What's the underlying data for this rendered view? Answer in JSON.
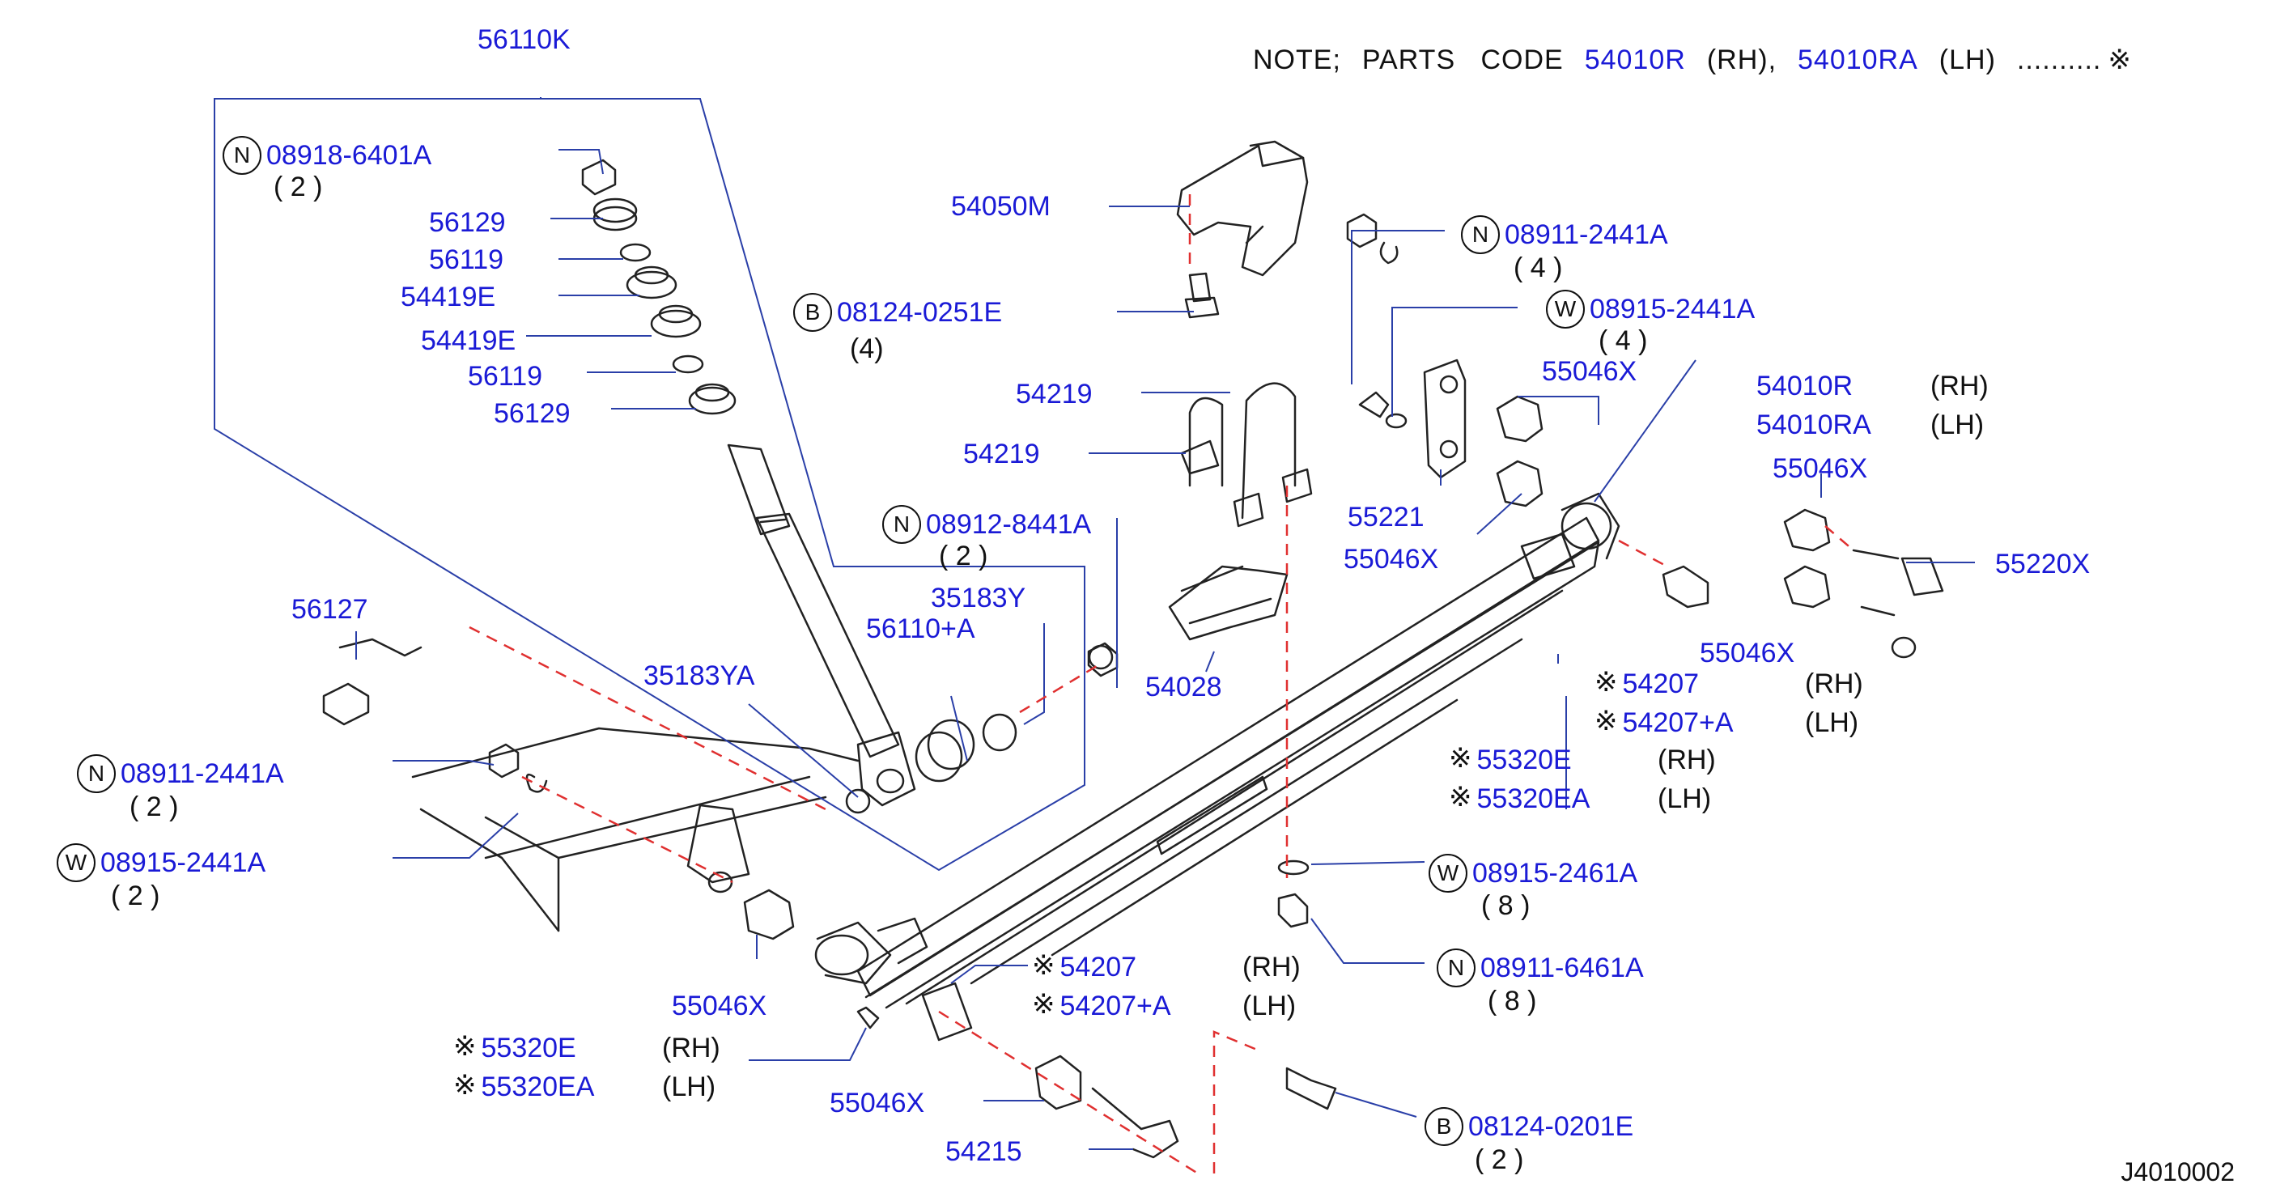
{
  "note": {
    "prefix": "NOTE;",
    "mid": "PARTS   CODE",
    "code_rh": "54010R",
    "rh": "(RH),",
    "code_lh": "54010RA",
    "lh": "(LH)",
    "suffix": "..........",
    "mark": "※"
  },
  "diagram_code": "J4010002",
  "labels": [
    {
      "text": "56110K"
    },
    {
      "text": "08918-6401A",
      "circle": "N"
    },
    {
      "text": "( 2 )"
    },
    {
      "text": "56129"
    },
    {
      "text": "56119"
    },
    {
      "text": "54419E"
    },
    {
      "text": "54419E"
    },
    {
      "text": "56119"
    },
    {
      "text": "56129"
    },
    {
      "text": "54050M"
    },
    {
      "text": "08124-0251E",
      "circle": "B"
    },
    {
      "text": "(4)"
    },
    {
      "text": "08911-2441A",
      "circle": "N"
    },
    {
      "text": "( 4 )"
    },
    {
      "text": "08915-2441A",
      "circle": "W"
    },
    {
      "text": "( 4 )"
    },
    {
      "text": "55046X"
    },
    {
      "text": "54219"
    },
    {
      "text": "54219"
    },
    {
      "text": "54010R"
    },
    {
      "text": "(RH)"
    },
    {
      "text": "54010RA"
    },
    {
      "text": "(LH)"
    },
    {
      "text": "55046X"
    },
    {
      "text": "55221"
    },
    {
      "text": "55046X"
    },
    {
      "text": "08912-8441A",
      "circle": "N"
    },
    {
      "text": "( 2 )"
    },
    {
      "text": "55220X"
    },
    {
      "text": "56127"
    },
    {
      "text": "35183Y"
    },
    {
      "text": "56110+A"
    },
    {
      "text": "55046X"
    },
    {
      "text": "35183YA"
    },
    {
      "text": "54028"
    },
    {
      "text": "54207",
      "mark": "※"
    },
    {
      "text": "(RH)"
    },
    {
      "text": "54207+A",
      "mark": "※"
    },
    {
      "text": "(LH)"
    },
    {
      "text": "55320E",
      "mark": "※"
    },
    {
      "text": "(RH)"
    },
    {
      "text": "55320EA",
      "mark": "※"
    },
    {
      "text": "(LH)"
    },
    {
      "text": "08911-2441A",
      "circle": "N"
    },
    {
      "text": "( 2 )"
    },
    {
      "text": "08915-2441A",
      "circle": "W"
    },
    {
      "text": "( 2 )"
    },
    {
      "text": "08915-2461A",
      "circle": "W"
    },
    {
      "text": "( 8 )"
    },
    {
      "text": "08911-6461A",
      "circle": "N"
    },
    {
      "text": "( 8 )"
    },
    {
      "text": "54207",
      "mark": "※"
    },
    {
      "text": "(RH)"
    },
    {
      "text": "54207+A",
      "mark": "※"
    },
    {
      "text": "(LH)"
    },
    {
      "text": "55046X"
    },
    {
      "text": "55320E",
      "mark": "※"
    },
    {
      "text": "(RH)"
    },
    {
      "text": "55320EA",
      "mark": "※"
    },
    {
      "text": "(LH)"
    },
    {
      "text": "55046X"
    },
    {
      "text": "54215"
    },
    {
      "text": "08124-0201E",
      "circle": "B"
    },
    {
      "text": "( 2 )"
    }
  ]
}
